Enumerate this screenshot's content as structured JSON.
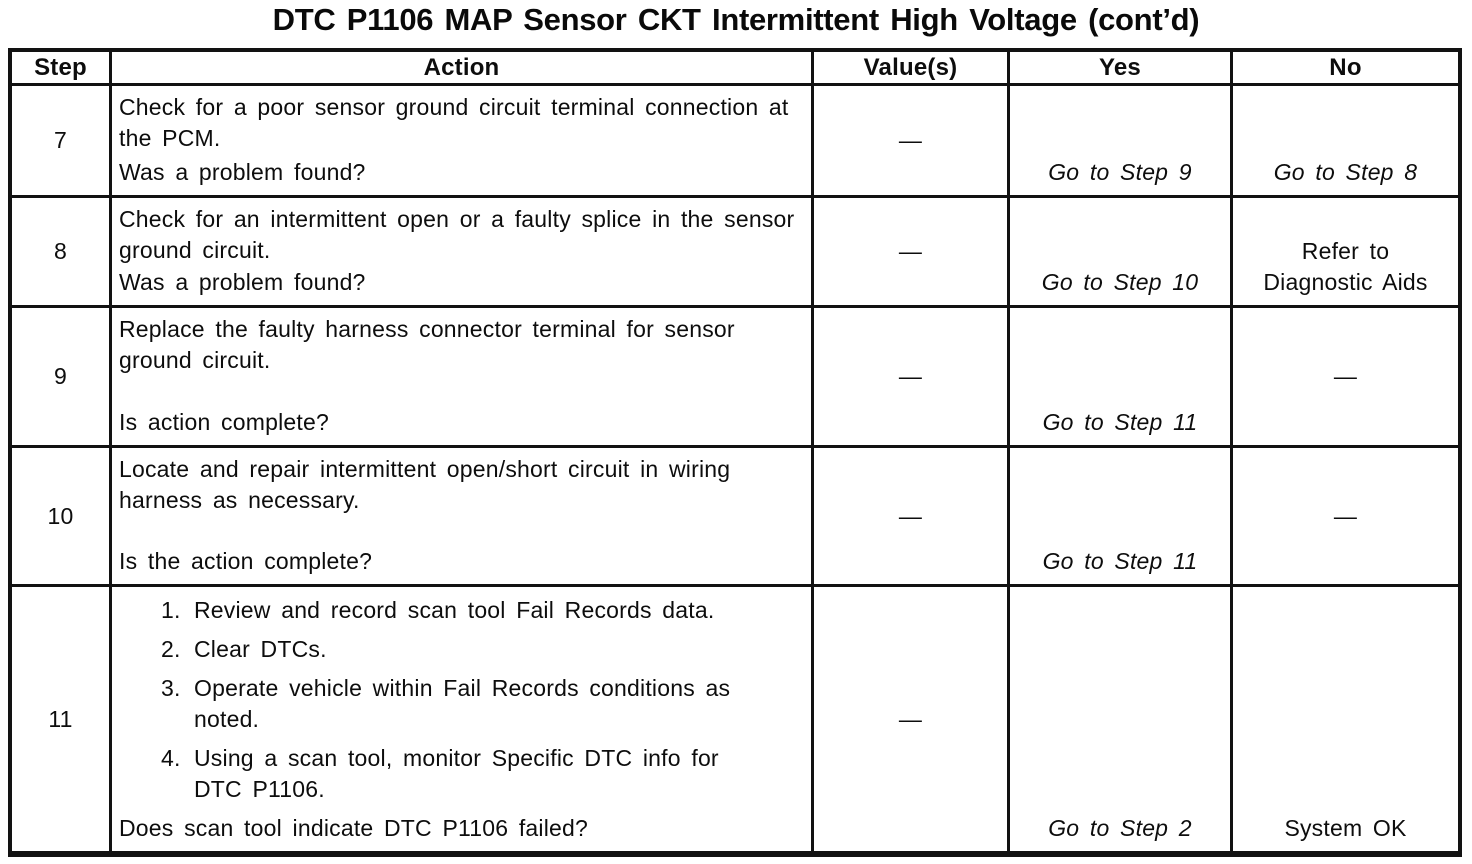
{
  "title": "DTC P1106 MAP Sensor CKT Intermittent High Voltage (cont’d)",
  "table": {
    "headers": {
      "step": "Step",
      "action": "Action",
      "values": "Value(s)",
      "yes": "Yes",
      "no": "No"
    },
    "rows": [
      {
        "step": "7",
        "action": "Check for a poor sensor ground circuit terminal connection at the PCM.",
        "question": "Was a problem found?",
        "value": "—",
        "yes": "Go to Step 9",
        "no": "Go to Step 8"
      },
      {
        "step": "8",
        "action": "Check for an intermittent open or a faulty splice in the sensor ground circuit.",
        "question": "Was a problem found?",
        "value": "—",
        "yes": "Go to Step 10",
        "no": "Refer to Diagnostic Aids"
      },
      {
        "step": "9",
        "action": "Replace the faulty harness connector terminal for sensor ground circuit.",
        "question": "Is action complete?",
        "value": "—",
        "yes": "Go to Step 11",
        "no": "—"
      },
      {
        "step": "10",
        "action": "Locate and repair intermittent open/short circuit in wiring harness as necessary.",
        "question": "Is the action complete?",
        "value": "—",
        "yes": "Go to Step 11",
        "no": "—"
      },
      {
        "step": "11",
        "action_list": [
          {
            "num": "1.",
            "text": "Review and record scan tool Fail Records data."
          },
          {
            "num": "2.",
            "text": "Clear DTCs."
          },
          {
            "num": "3.",
            "text": "Operate vehicle within Fail Records conditions as noted."
          },
          {
            "num": "4.",
            "text": "Using a scan tool, monitor Specific DTC info for DTC P1106."
          }
        ],
        "question": "Does scan tool indicate DTC P1106 failed?",
        "value": "—",
        "yes": "Go to Step 2",
        "no": "System OK"
      }
    ]
  }
}
